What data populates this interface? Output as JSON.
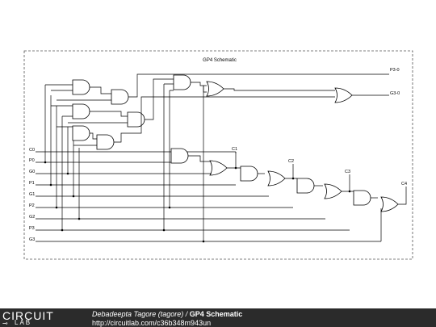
{
  "schematic": {
    "title": "GP4 Schematic",
    "inputs": [
      "C0",
      "P0",
      "G0",
      "P1",
      "G1",
      "P2",
      "G2",
      "P3",
      "G3"
    ],
    "outputs": [
      "P3-0",
      "G3-0"
    ],
    "carries": [
      "C1",
      "C2",
      "C3",
      "C4"
    ]
  },
  "footer": {
    "logo_top": "CIRCUIT",
    "logo_bottom": "LAB",
    "author": "Debadeepta Tagore (tagore)",
    "separator": " / ",
    "design_title": "GP4 Schematic",
    "url": "http://circuitlab.com/c36b348m943un"
  },
  "colors": {
    "footer_bg": "#2b2b2b",
    "line": "#000000",
    "frame": "#555555"
  },
  "icons": [
    "and-gate-icon",
    "or-gate-icon",
    "circuitlab-logo-icon"
  ]
}
